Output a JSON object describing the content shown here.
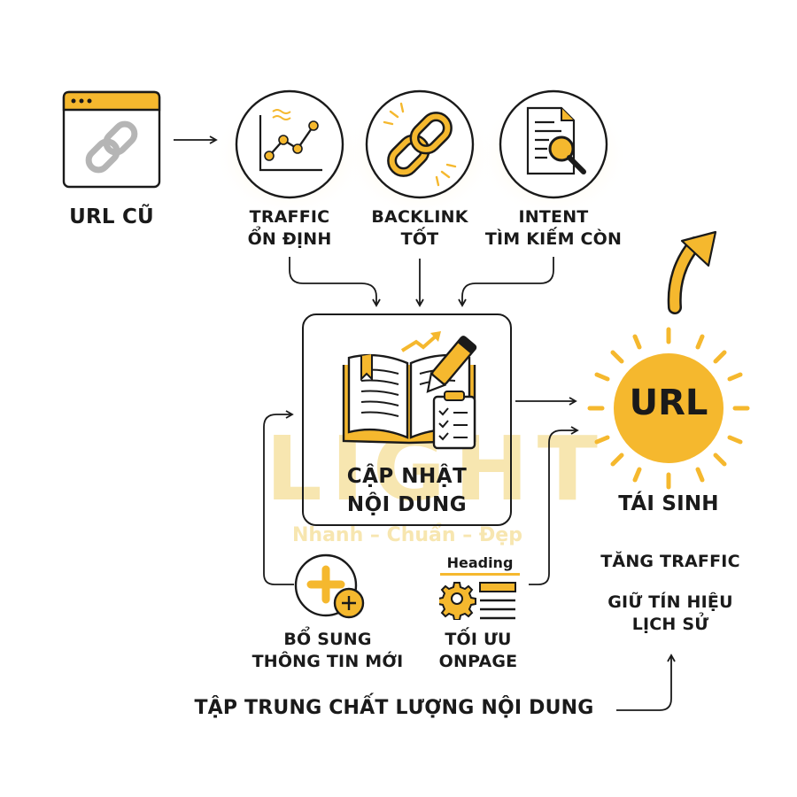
{
  "watermark": {
    "brand": "LIGHT",
    "tagline": "Nhanh – Chuẩn – Đẹp"
  },
  "old_url": {
    "label": "URL CŨ",
    "icon": "broken-link-browser-icon"
  },
  "factors": [
    {
      "line1": "TRAFFIC",
      "line2": "ỔN ĐỊNH",
      "icon": "line-chart-icon"
    },
    {
      "line1": "BACKLINK",
      "line2": "TỐT",
      "icon": "chain-link-icon"
    },
    {
      "line1": "INTENT",
      "line2": "TÌM KIẾM CÒN",
      "icon": "document-search-icon"
    }
  ],
  "center": {
    "line1": "CẬP NHẬT",
    "line2": "NỘI DUNG",
    "icon": "book-pencil-checklist-icon"
  },
  "supports": [
    {
      "line1": "BỔ SUNG",
      "line2": "THÔNG TIN MỚI",
      "icon": "add-plus-icon"
    },
    {
      "line1": "TỐI ƯU",
      "line2": "ONPAGE",
      "icon": "gear-heading-icon",
      "tag": "Heading"
    }
  ],
  "result": {
    "sun_text": "URL",
    "label": "TÁI SINH",
    "benefit1": "TĂNG TRAFFIC",
    "benefit2_line1": "GIỮ TÍN HIỆU",
    "benefit2_line2": "LỊCH SỬ"
  },
  "footer": {
    "text": "TẬP TRUNG CHẤT LƯỢNG NỘI DUNG"
  },
  "colors": {
    "accent": "#f5b82e",
    "stroke": "#1a1a1a",
    "link_gray": "#b5b5b5",
    "watermark": "#f7e6b0"
  }
}
